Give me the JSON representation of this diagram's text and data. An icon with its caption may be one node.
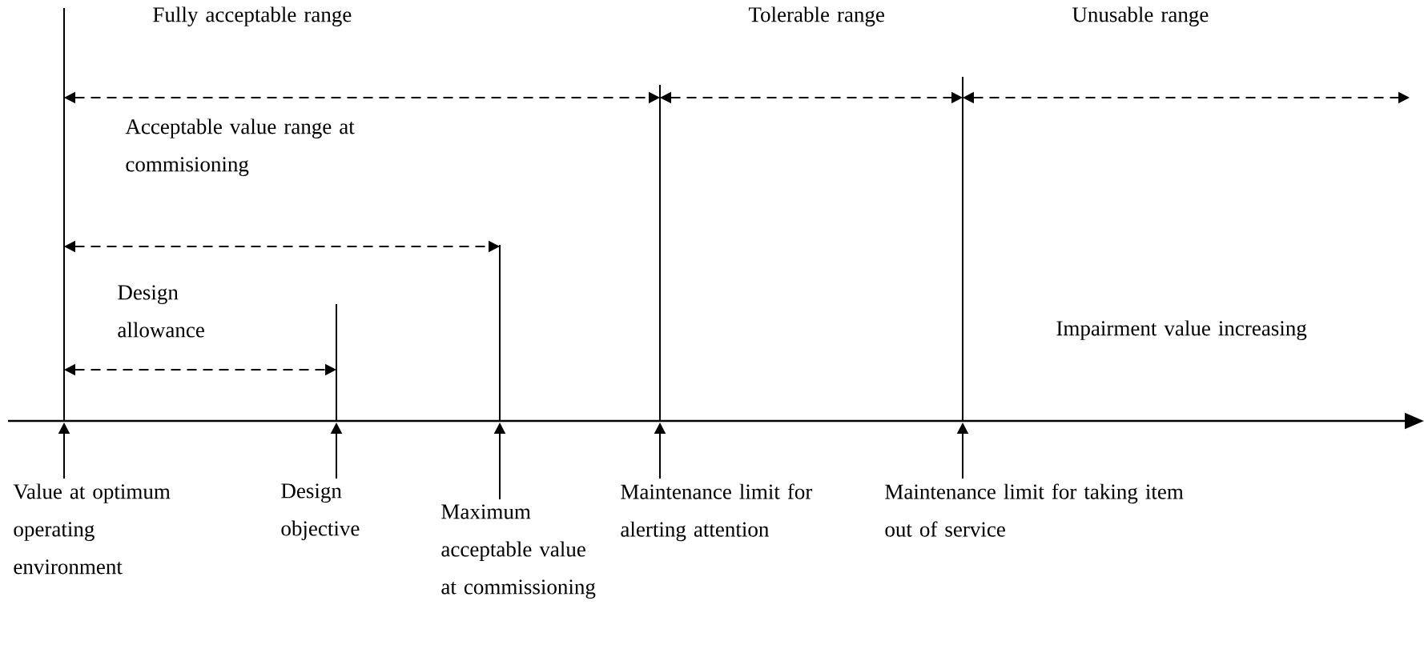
{
  "diagram": {
    "nodes": [
      {
        "text": [
          "Value at optimum operating environment"
        ]
      },
      {
        "text": [
          "Design objective"
        ]
      },
      {
        "text": [
          "Maximum acceptable value at commissioning"
        ]
      },
      {
        "text": [
          "Maintenance limit for alerting attention"
        ]
      },
      {
        "text": [
          "Maintenance limit for taking item out of service"
        ]
      }
    ],
    "edges": [
      {
        "from": 0,
        "to": null,
        "arrow": "to"
      },
      {
        "from": 1,
        "to": null,
        "arrow": "to"
      },
      {
        "from": 2,
        "to": null,
        "arrow": "to"
      },
      {
        "from": 3,
        "to": null,
        "arrow": "to"
      },
      {
        "from": 4,
        "to": null,
        "arrow": "to"
      }
    ],
    "labels": [
      "Fully acceptable range",
      "Tolerable range",
      "Unusable range",
      "Acceptable  value range at commisioning",
      "Design allowance",
      "Impairment value increasing"
    ]
  }
}
